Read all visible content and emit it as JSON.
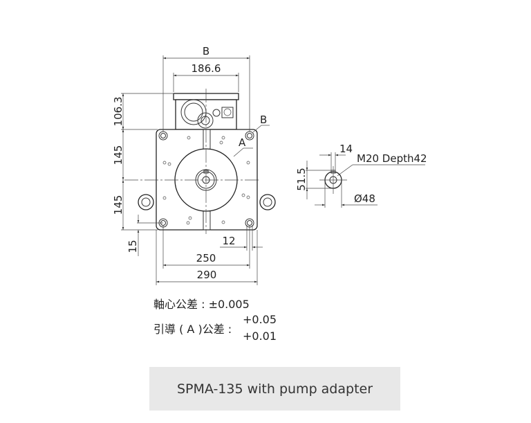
{
  "drawing": {
    "dims": {
      "B_top": "B",
      "width_box": "186.6",
      "height_box": "106.3",
      "half_upper": "145",
      "half_lower": "145",
      "edge_offset": "15",
      "hole_dia": "12",
      "bolt_pitch": "250",
      "overall_width": "290",
      "label_B": "B",
      "label_A": "A"
    },
    "shaft": {
      "key_width": "14",
      "thread": "M20 Depth42",
      "key_height": "51.5",
      "diameter": "Ø48"
    }
  },
  "tolerances": {
    "axis_label": "軸心公差 :",
    "axis_value": "±0.005",
    "pilot_label": "引導 ( A )公差 :",
    "pilot_upper": "+0.05",
    "pilot_lower": "+0.01"
  },
  "caption": "SPMA-135 with pump adapter"
}
